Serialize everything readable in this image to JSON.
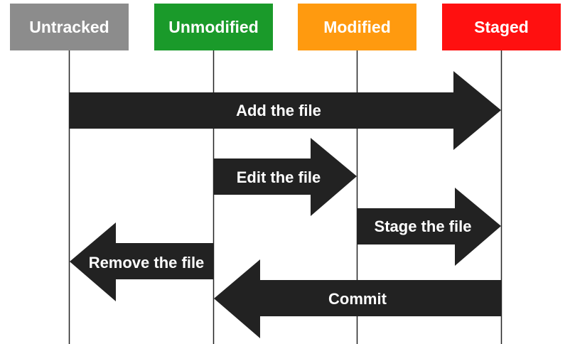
{
  "colors": {
    "untracked": "#8c8c8c",
    "unmodified": "#1a9a2a",
    "modified": "#ff9a0f",
    "staged": "#ff1010",
    "arrow": "#222222",
    "lifeline": "#222222"
  },
  "states": [
    {
      "id": "untracked",
      "label": "Untracked"
    },
    {
      "id": "unmodified",
      "label": "Unmodified"
    },
    {
      "id": "modified",
      "label": "Modified"
    },
    {
      "id": "staged",
      "label": "Staged"
    }
  ],
  "transitions": [
    {
      "id": "add",
      "from": "untracked",
      "to": "staged",
      "label": "Add the file"
    },
    {
      "id": "edit",
      "from": "unmodified",
      "to": "modified",
      "label": "Edit the file"
    },
    {
      "id": "stage",
      "from": "modified",
      "to": "staged",
      "label": "Stage the file"
    },
    {
      "id": "remove",
      "from": "unmodified",
      "to": "untracked",
      "label": "Remove the file"
    },
    {
      "id": "commit",
      "from": "staged",
      "to": "unmodified",
      "label": "Commit"
    }
  ]
}
